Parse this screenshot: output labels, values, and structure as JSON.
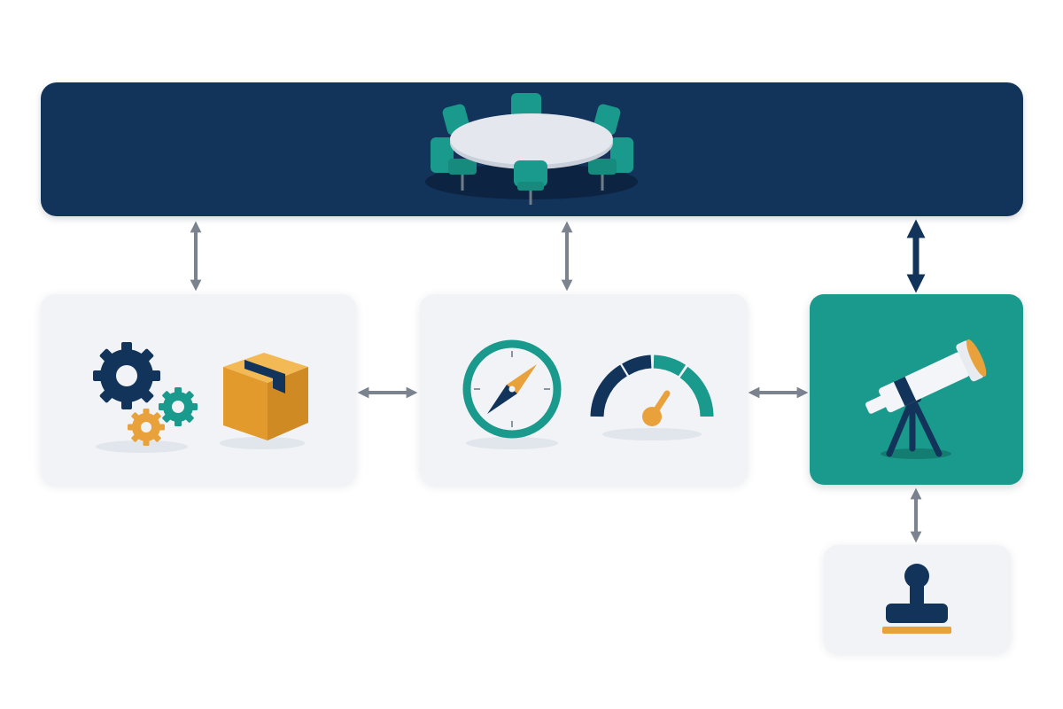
{
  "diagram": {
    "nodes": [
      {
        "id": "leadership-table",
        "icons": [
          "round-table-icon",
          "chair-icon"
        ]
      },
      {
        "id": "operations",
        "icons": [
          "gear-icon",
          "box-icon"
        ]
      },
      {
        "id": "navigation",
        "icons": [
          "compass-icon",
          "gauge-icon"
        ]
      },
      {
        "id": "vision",
        "icons": [
          "telescope-icon"
        ]
      },
      {
        "id": "approval",
        "icons": [
          "stamp-icon"
        ]
      }
    ],
    "edges": [
      {
        "from": "leadership-table",
        "to": "operations",
        "direction": "bidirectional"
      },
      {
        "from": "leadership-table",
        "to": "navigation",
        "direction": "bidirectional"
      },
      {
        "from": "leadership-table",
        "to": "vision",
        "direction": "bidirectional",
        "emphasis": "bold"
      },
      {
        "from": "operations",
        "to": "navigation",
        "direction": "bidirectional"
      },
      {
        "from": "navigation",
        "to": "vision",
        "direction": "bidirectional"
      },
      {
        "from": "vision",
        "to": "approval",
        "direction": "bidirectional"
      }
    ]
  },
  "colors": {
    "navy": "#12345a",
    "teal": "#1a9a8c",
    "orange": "#e9a23b",
    "light_panel": "#f1f3f7",
    "connector_gray": "#7b838f",
    "table_top": "#e4e8ee"
  }
}
